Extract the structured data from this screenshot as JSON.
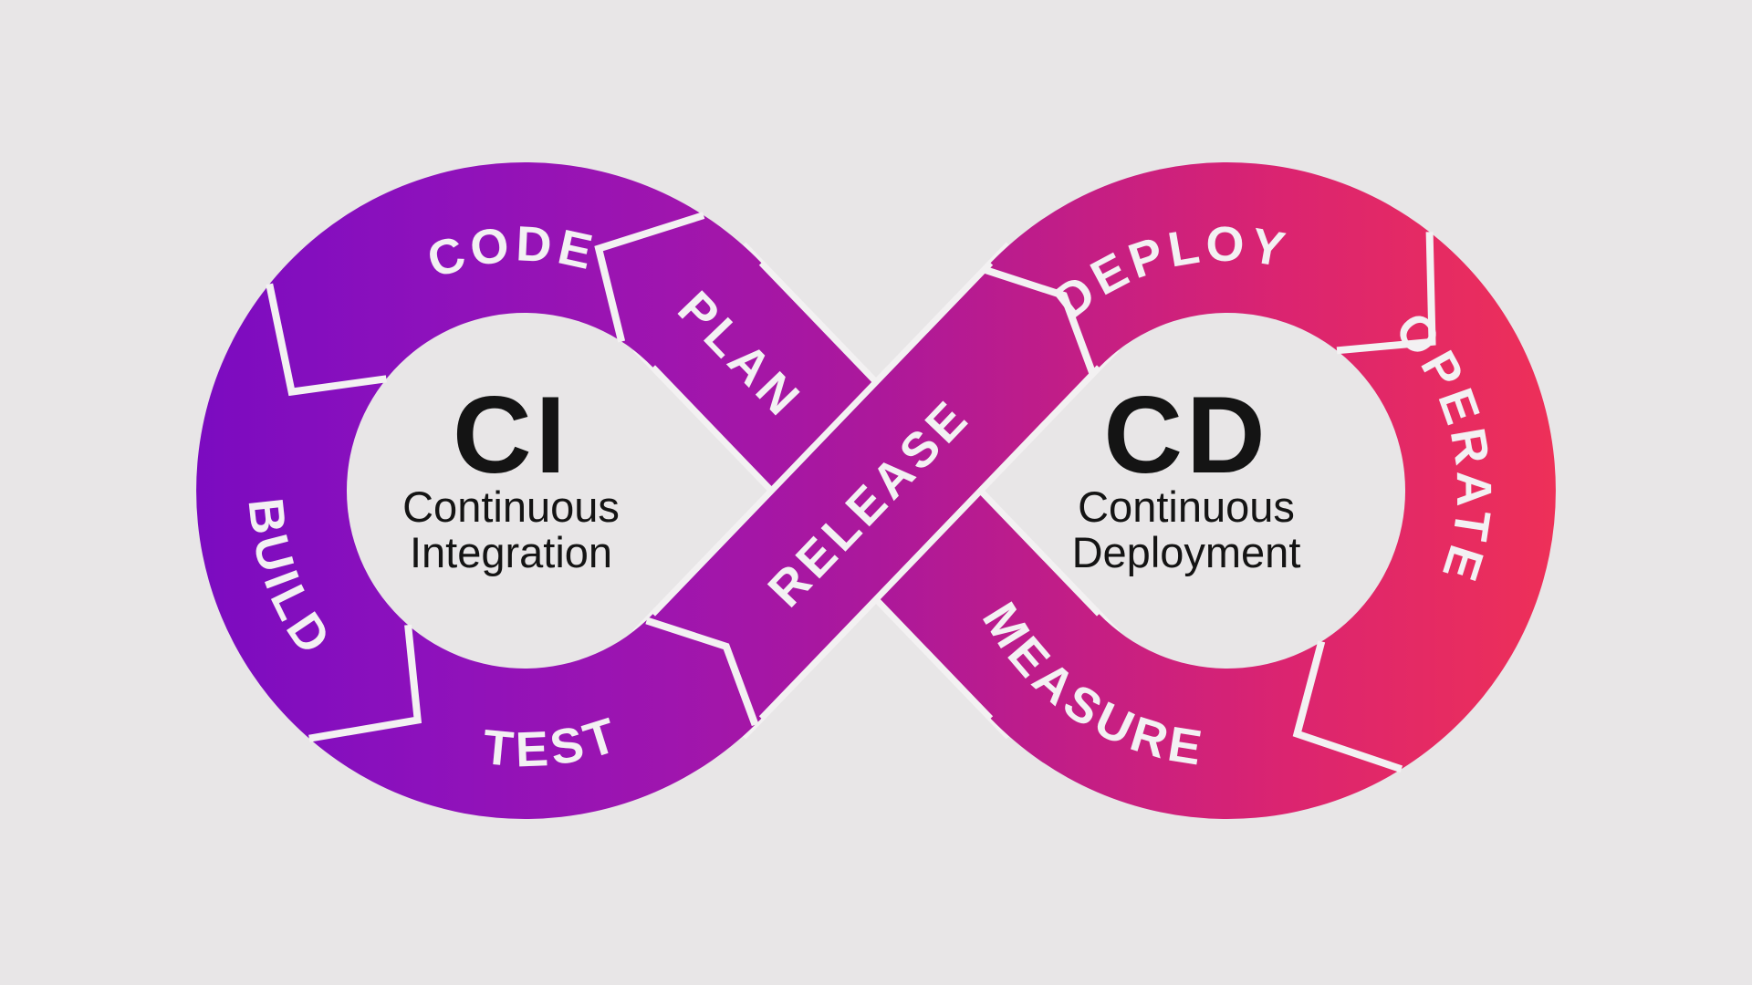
{
  "diagram": {
    "type": "cicd-infinity-loop",
    "left_loop": {
      "abbr": "CI",
      "subtitle_line1": "Continuous",
      "subtitle_line2": "Integration",
      "stages": {
        "code": "CODE",
        "plan": "PLAN",
        "build": "BUILD",
        "test": "TEST"
      }
    },
    "center": {
      "release": "RELEASE"
    },
    "right_loop": {
      "abbr": "CD",
      "subtitle_line1": "Continuous",
      "subtitle_line2": "Deployment",
      "stages": {
        "deploy": "DEPLOY",
        "operate": "OPERATE",
        "measure": "MEASURE"
      }
    },
    "flow_order": "PLAN → CODE → BUILD → TEST → RELEASE → DEPLOY → OPERATE → MEASURE"
  },
  "colors": {
    "background": "#e8e6e7",
    "separator": "#f3f1f2",
    "label_text": "#f3f1f3",
    "center_text": "#141414",
    "grad_stop_0": "#7b0bc0",
    "grad_stop_1": "#8d11bc",
    "grad_stop_2": "#9f15ae",
    "grad_stop_3": "#ac189b",
    "grad_stop_4": "#c01d88",
    "grad_stop_5": "#db2470",
    "grad_stop_6": "#ee3058"
  }
}
